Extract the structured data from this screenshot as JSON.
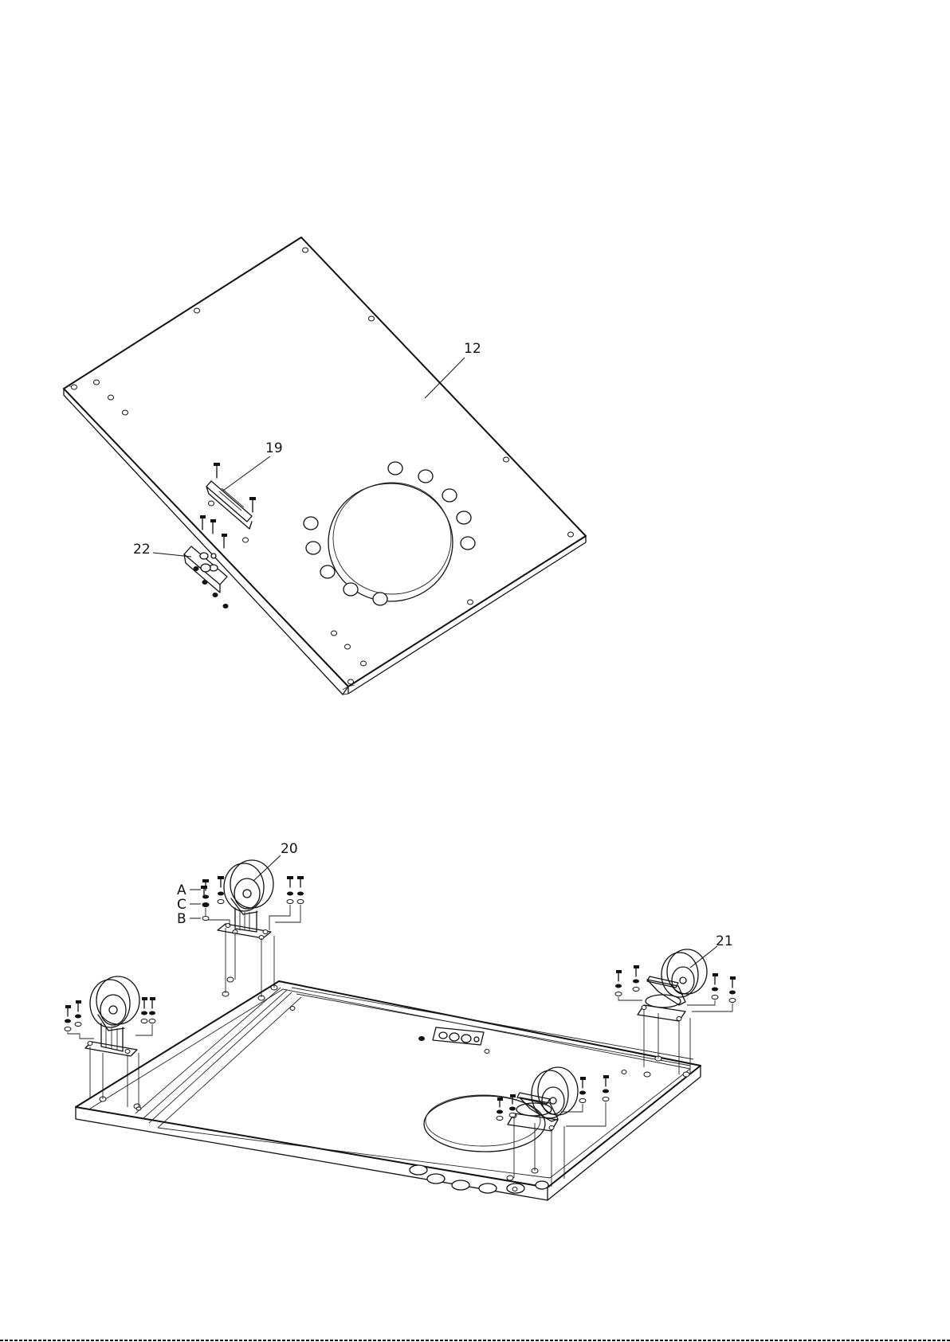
{
  "diagram": {
    "top_assembly": {
      "callouts": {
        "plate": "12",
        "bracket": "19",
        "block": "22"
      }
    },
    "bottom_assembly": {
      "callouts": {
        "caster_fixed": "20",
        "caster_swivel": "21"
      },
      "hardware_legend": [
        "A",
        "C",
        "B"
      ]
    }
  }
}
